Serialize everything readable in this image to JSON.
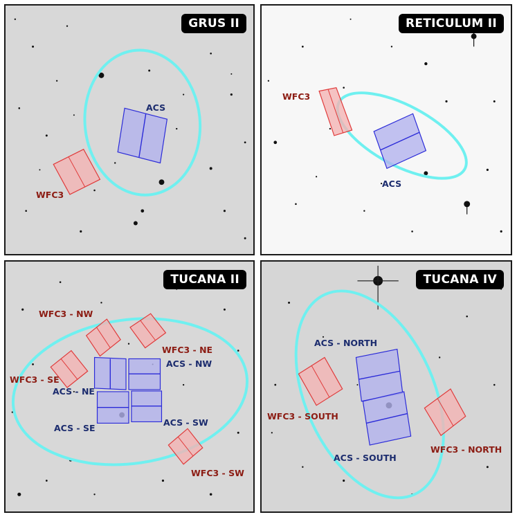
{
  "panels": [
    {
      "id": "grus",
      "title": "GRUS II",
      "labels": {
        "acs": "ACS",
        "wfc3": "WFC3"
      },
      "background": "light-gray star field"
    },
    {
      "id": "reticulum",
      "title": "RETICULUM II",
      "labels": {
        "acs": "ACS",
        "wfc3": "WFC3"
      },
      "background": "white star field"
    },
    {
      "id": "tucana2",
      "title": "TUCANA II",
      "labels": {
        "wfc3_nw": "WFC3 - NW",
        "wfc3_ne": "WFC3 - NE",
        "wfc3_se": "WFC3 - SE",
        "wfc3_sw": "WFC3 - SW",
        "acs_nw": "ACS - NW",
        "acs_ne": "ACS - NE",
        "acs_se": "ACS - SE",
        "acs_sw": "ACS - SW"
      },
      "background": "light-gray star field"
    },
    {
      "id": "tucana4",
      "title": "TUCANA IV",
      "labels": {
        "acs_north": "ACS - NORTH",
        "acs_south": "ACS - SOUTH",
        "wfc3_south": "WFC3 - SOUTH",
        "wfc3_north": "WFC3 - NORTH"
      },
      "background": "light-gray star field"
    }
  ],
  "colors": {
    "ellipse": "#6ff0f0",
    "acs_fill": "#b3b3ee",
    "acs_stroke": "#2a2ad8",
    "wfc3_fill": "#f4b4b4",
    "wfc3_stroke": "#e03a3a",
    "label_red": "#8c1c13",
    "label_blue": "#1c2c6e"
  }
}
